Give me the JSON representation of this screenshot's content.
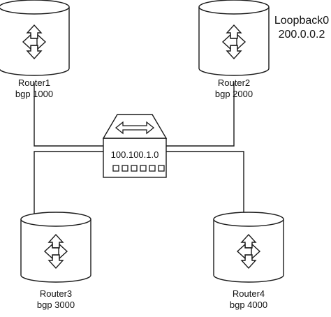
{
  "routers": [
    {
      "name": "Router1",
      "bgp": "bgp 1000"
    },
    {
      "name": "Router2",
      "bgp": "bgp 2000"
    },
    {
      "name": "Router3",
      "bgp": "bgp 3000"
    },
    {
      "name": "Router4",
      "bgp": "bgp 4000"
    }
  ],
  "switch": {
    "label": "100.100.1.0",
    "port_count": 6
  },
  "loopback": {
    "name": "Loopback0",
    "address": "200.0.0.2"
  },
  "colors": {
    "stroke": "#1a1a1a",
    "fill": "#ffffff"
  }
}
